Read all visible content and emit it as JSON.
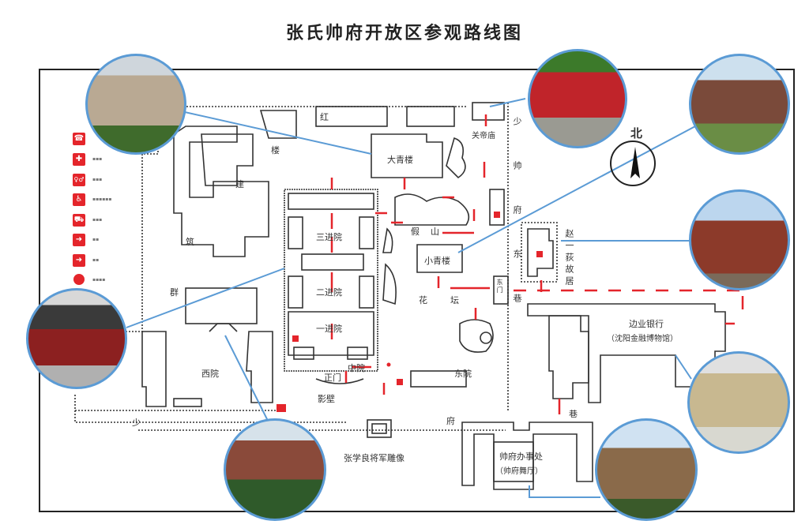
{
  "title": "张氏帅府开放区参观路线图",
  "compass": {
    "label": "北",
    "icon": "north-arrow-icon"
  },
  "labels": {
    "hong": "红",
    "lou": "楼",
    "jian": "建",
    "zhu": "筑",
    "qun": "群",
    "daqinglou": "大青楼",
    "jiashan_1": "假",
    "jiashan_2": "山",
    "xiaoqinglou": "小青楼",
    "huatan_1": "花",
    "huatan_2": "坛",
    "sanjinyuan": "三进院",
    "erjinyuan": "二进院",
    "yijinyuan": "一进院",
    "zhongyuan": "中院",
    "zhengmen": "正门",
    "yingbi": "影壁",
    "dongyuan": "东院",
    "xiyuan": "西院",
    "guandimiao": "关帝庙",
    "dongmen": "东门",
    "zhaoyidi": "赵一荻故居",
    "east_lane": "少帅府东巷",
    "bianye_bank": "边业银行",
    "finance_museum": "（沈阳金融博物馆）",
    "office": "帅府办事处",
    "ballroom": "（帅府舞厅）",
    "statue": "张学良将军雕像",
    "south_lane_1": "少",
    "south_lane_2": "府",
    "south_lane_3": "巷"
  },
  "legend": [
    {
      "icon": "phone-icon",
      "glyph": "☎"
    },
    {
      "icon": "first-aid-icon",
      "glyph": "✚",
      "text": "▪▪▪"
    },
    {
      "icon": "restroom-icon",
      "glyph": "♀♂",
      "text": "▪▪▪"
    },
    {
      "icon": "accessible-restroom-icon",
      "glyph": "♿",
      "text": "▪▪▪▪▪▪"
    },
    {
      "icon": "shop-icon",
      "glyph": "⛟",
      "text": "▪▪▪"
    },
    {
      "icon": "entrance-icon",
      "glyph": "➜",
      "text": "▪▪"
    },
    {
      "icon": "exit-icon",
      "glyph": "➜",
      "text": "▪▪"
    },
    {
      "icon": "ticket-point-icon",
      "glyph": "",
      "text": "▪▪▪▪"
    }
  ],
  "colors": {
    "route": "#e4252b",
    "photo_border": "#5b9bd5",
    "leader": "#5b9bd5"
  }
}
